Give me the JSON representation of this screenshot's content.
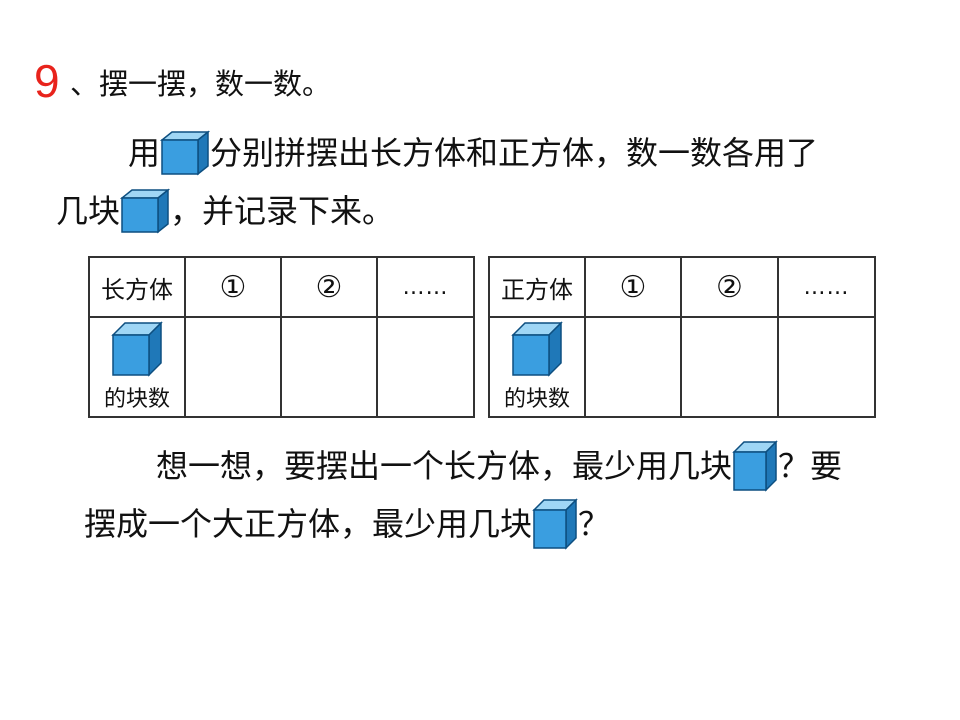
{
  "question": {
    "number": "9",
    "title": "、摆一摆，数一数。"
  },
  "instruction": {
    "part1_a": "用",
    "part1_b": "分别拼摆出长方体和正方体，数一数各用了",
    "part2_a": "几块",
    "part2_b": "，并记录下来。"
  },
  "tables": [
    {
      "header_label": "长方体",
      "columns": [
        "①",
        "②",
        "……"
      ],
      "row_label": "的块数"
    },
    {
      "header_label": "正方体",
      "columns": [
        "①",
        "②",
        "……"
      ],
      "row_label": "的块数"
    }
  ],
  "think": {
    "line1_a": "想一想，要摆出一个长方体，最少用几块",
    "line1_b": "？要",
    "line2_a": "摆成一个大正方体，最少用几块",
    "line2_b": "？"
  },
  "colors": {
    "accent_red": "#e8231c",
    "cube_front": "#3a9ee0",
    "cube_top": "#9fd6f5",
    "cube_side": "#1f78b8"
  },
  "icons": {
    "cube": "cube-icon"
  }
}
